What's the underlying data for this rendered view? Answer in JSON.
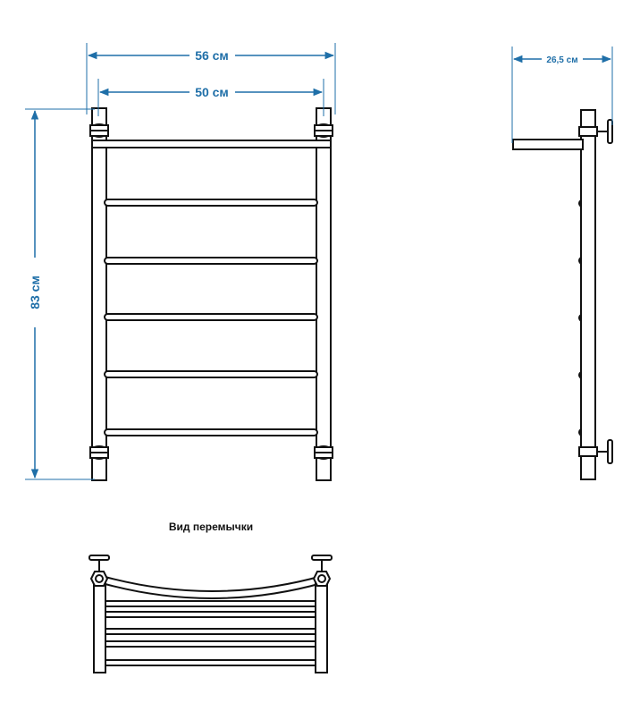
{
  "colors": {
    "dimension": "#1f6fa8",
    "outline": "#111111",
    "background": "#ffffff"
  },
  "dimensions": {
    "overall_width": "56 см",
    "rail_width": "50 см",
    "height": "83 см",
    "depth": "26,5 см"
  },
  "captions": {
    "jumper_view": "Вид перемычки"
  }
}
